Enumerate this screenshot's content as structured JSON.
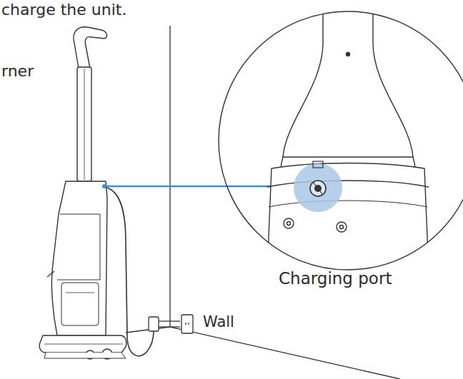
{
  "diagram": {
    "labels": [
      "charge the unit.",
      "rner",
      "Charging port",
      "Wall"
    ]
  }
}
